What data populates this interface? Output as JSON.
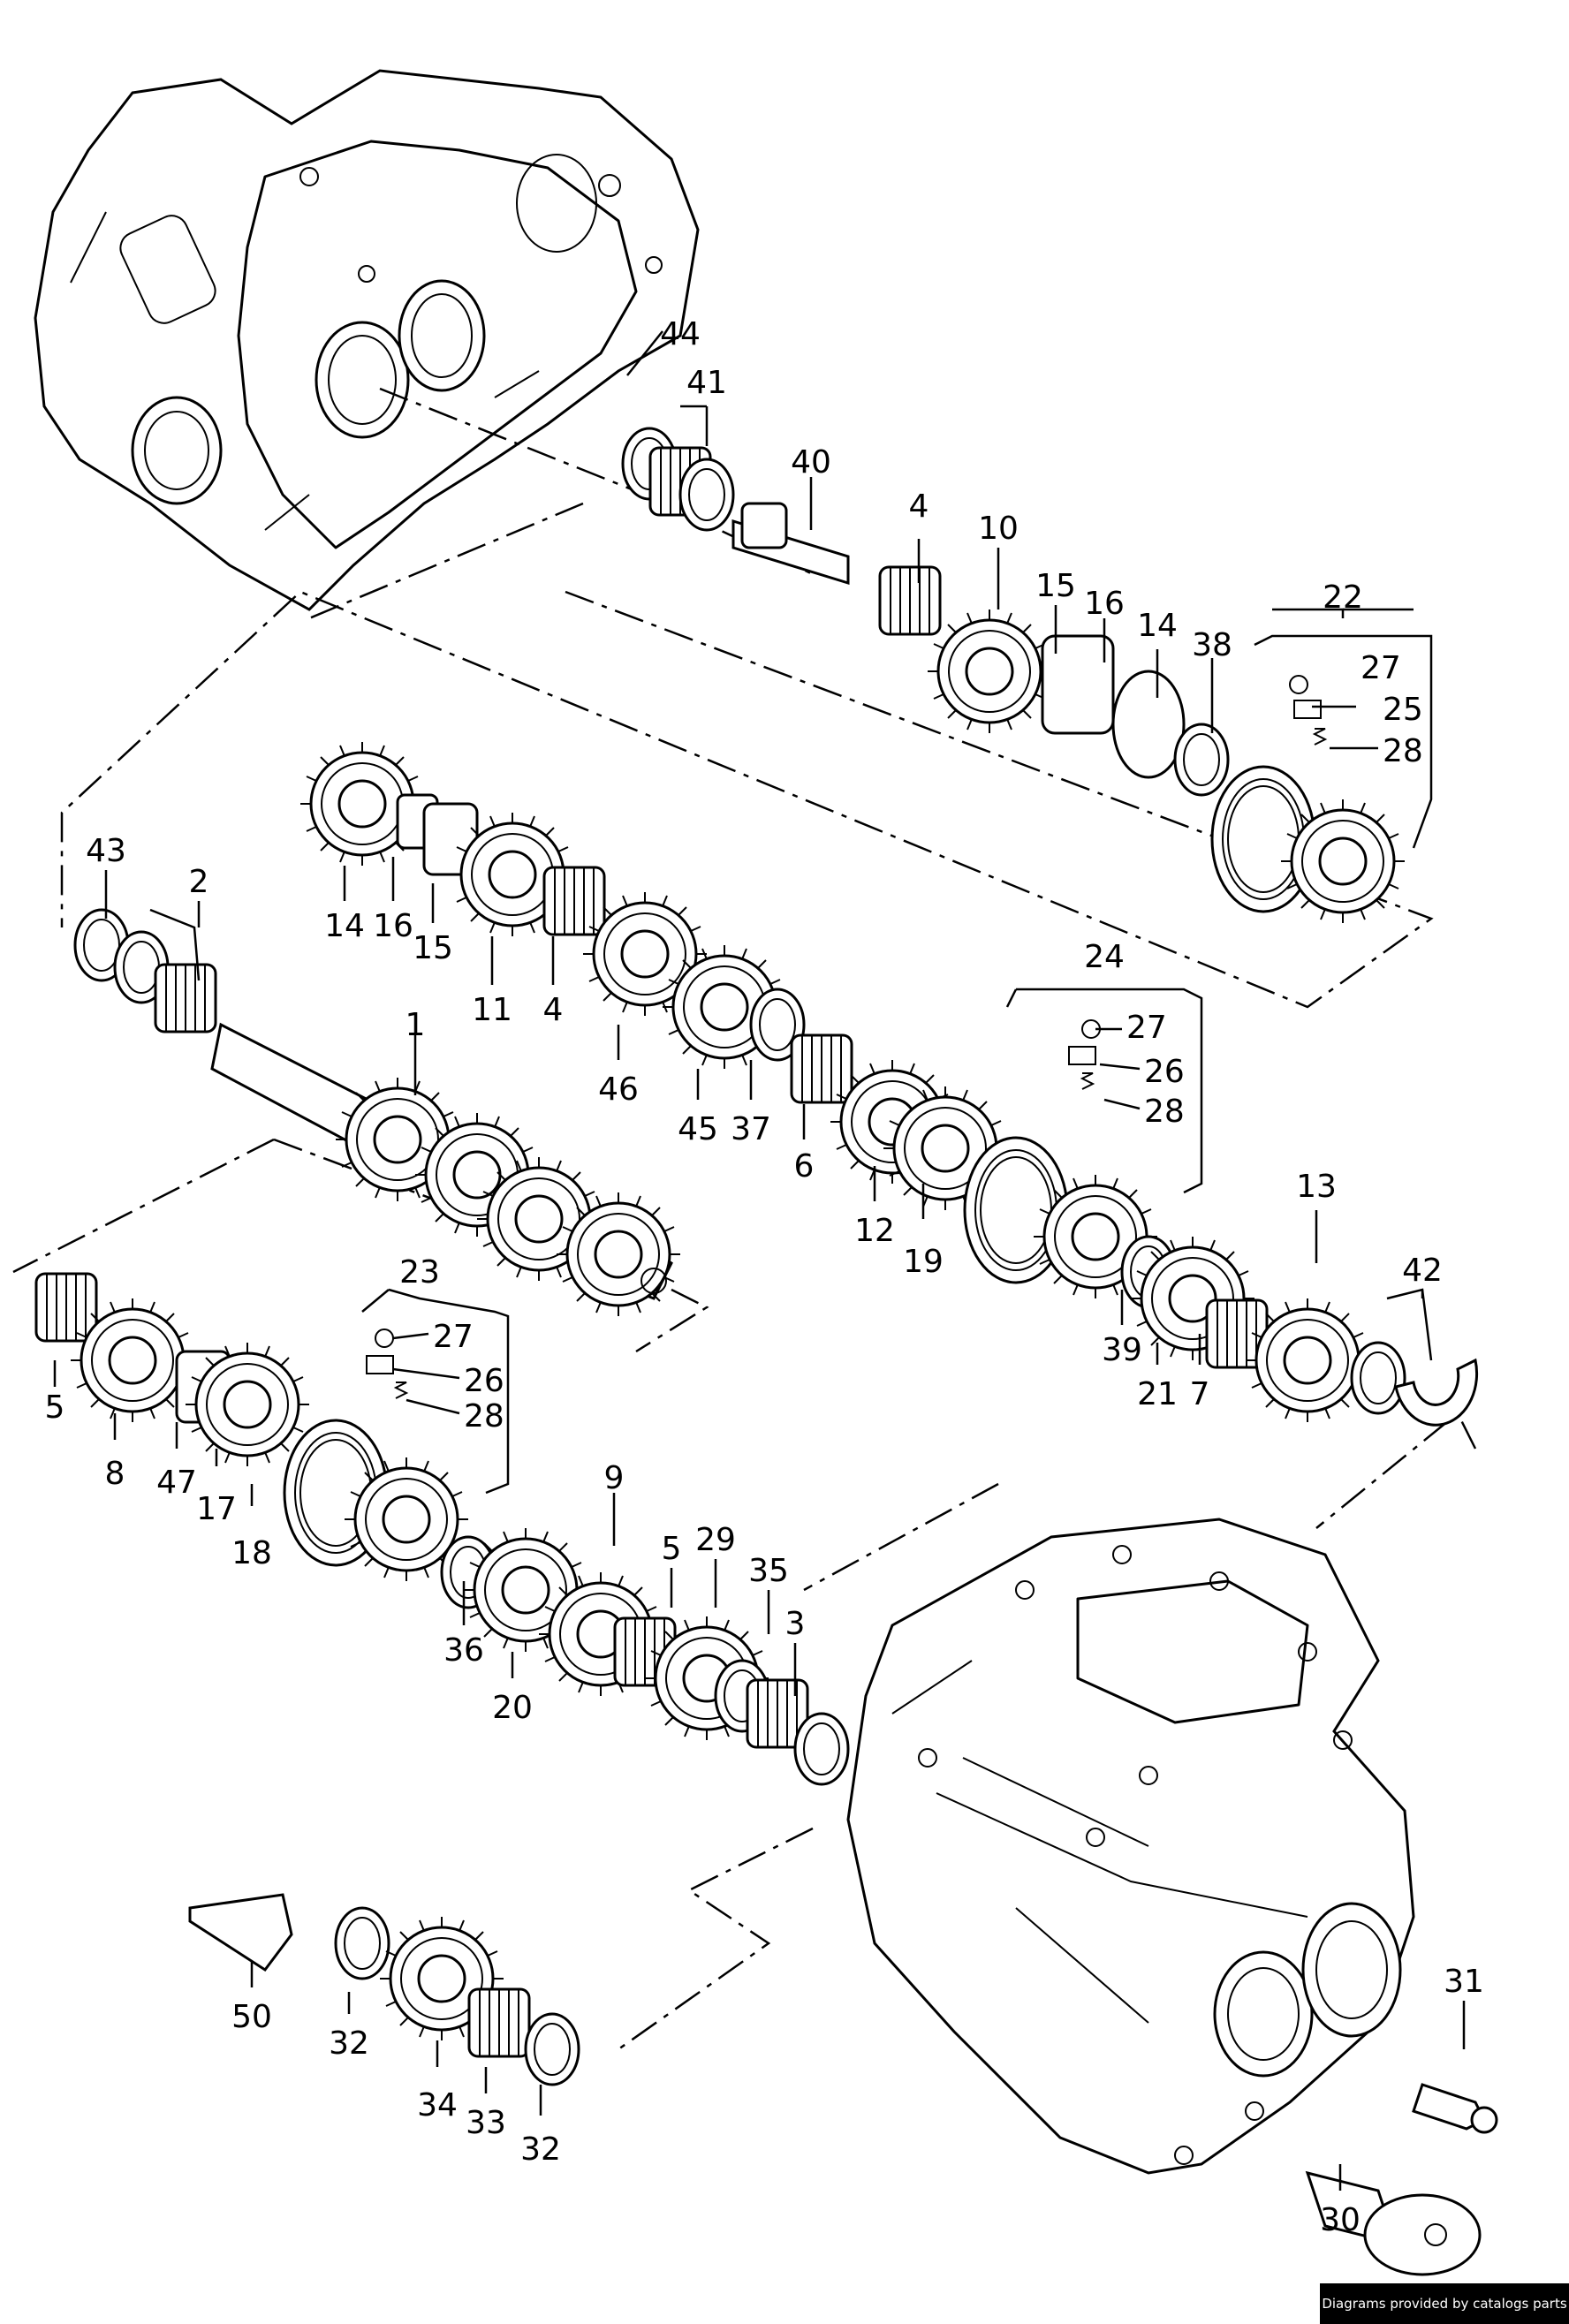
{
  "credit": "Diagrams provided by catalogs parts",
  "callouts": [
    "44",
    "41",
    "40",
    "4",
    "10",
    "15",
    "16",
    "14",
    "38",
    "22",
    "27",
    "25",
    "28",
    "43",
    "2",
    "14",
    "16",
    "15",
    "11",
    "4",
    "46",
    "45",
    "37",
    "6",
    "12",
    "19",
    "24",
    "27",
    "26",
    "28",
    "1",
    "13",
    "42",
    "39",
    "21",
    "7",
    "23",
    "27",
    "26",
    "28",
    "5",
    "8",
    "47",
    "17",
    "18",
    "36",
    "20",
    "9",
    "5",
    "29",
    "35",
    "3",
    "50",
    "32",
    "34",
    "33",
    "32",
    "31",
    "30"
  ]
}
